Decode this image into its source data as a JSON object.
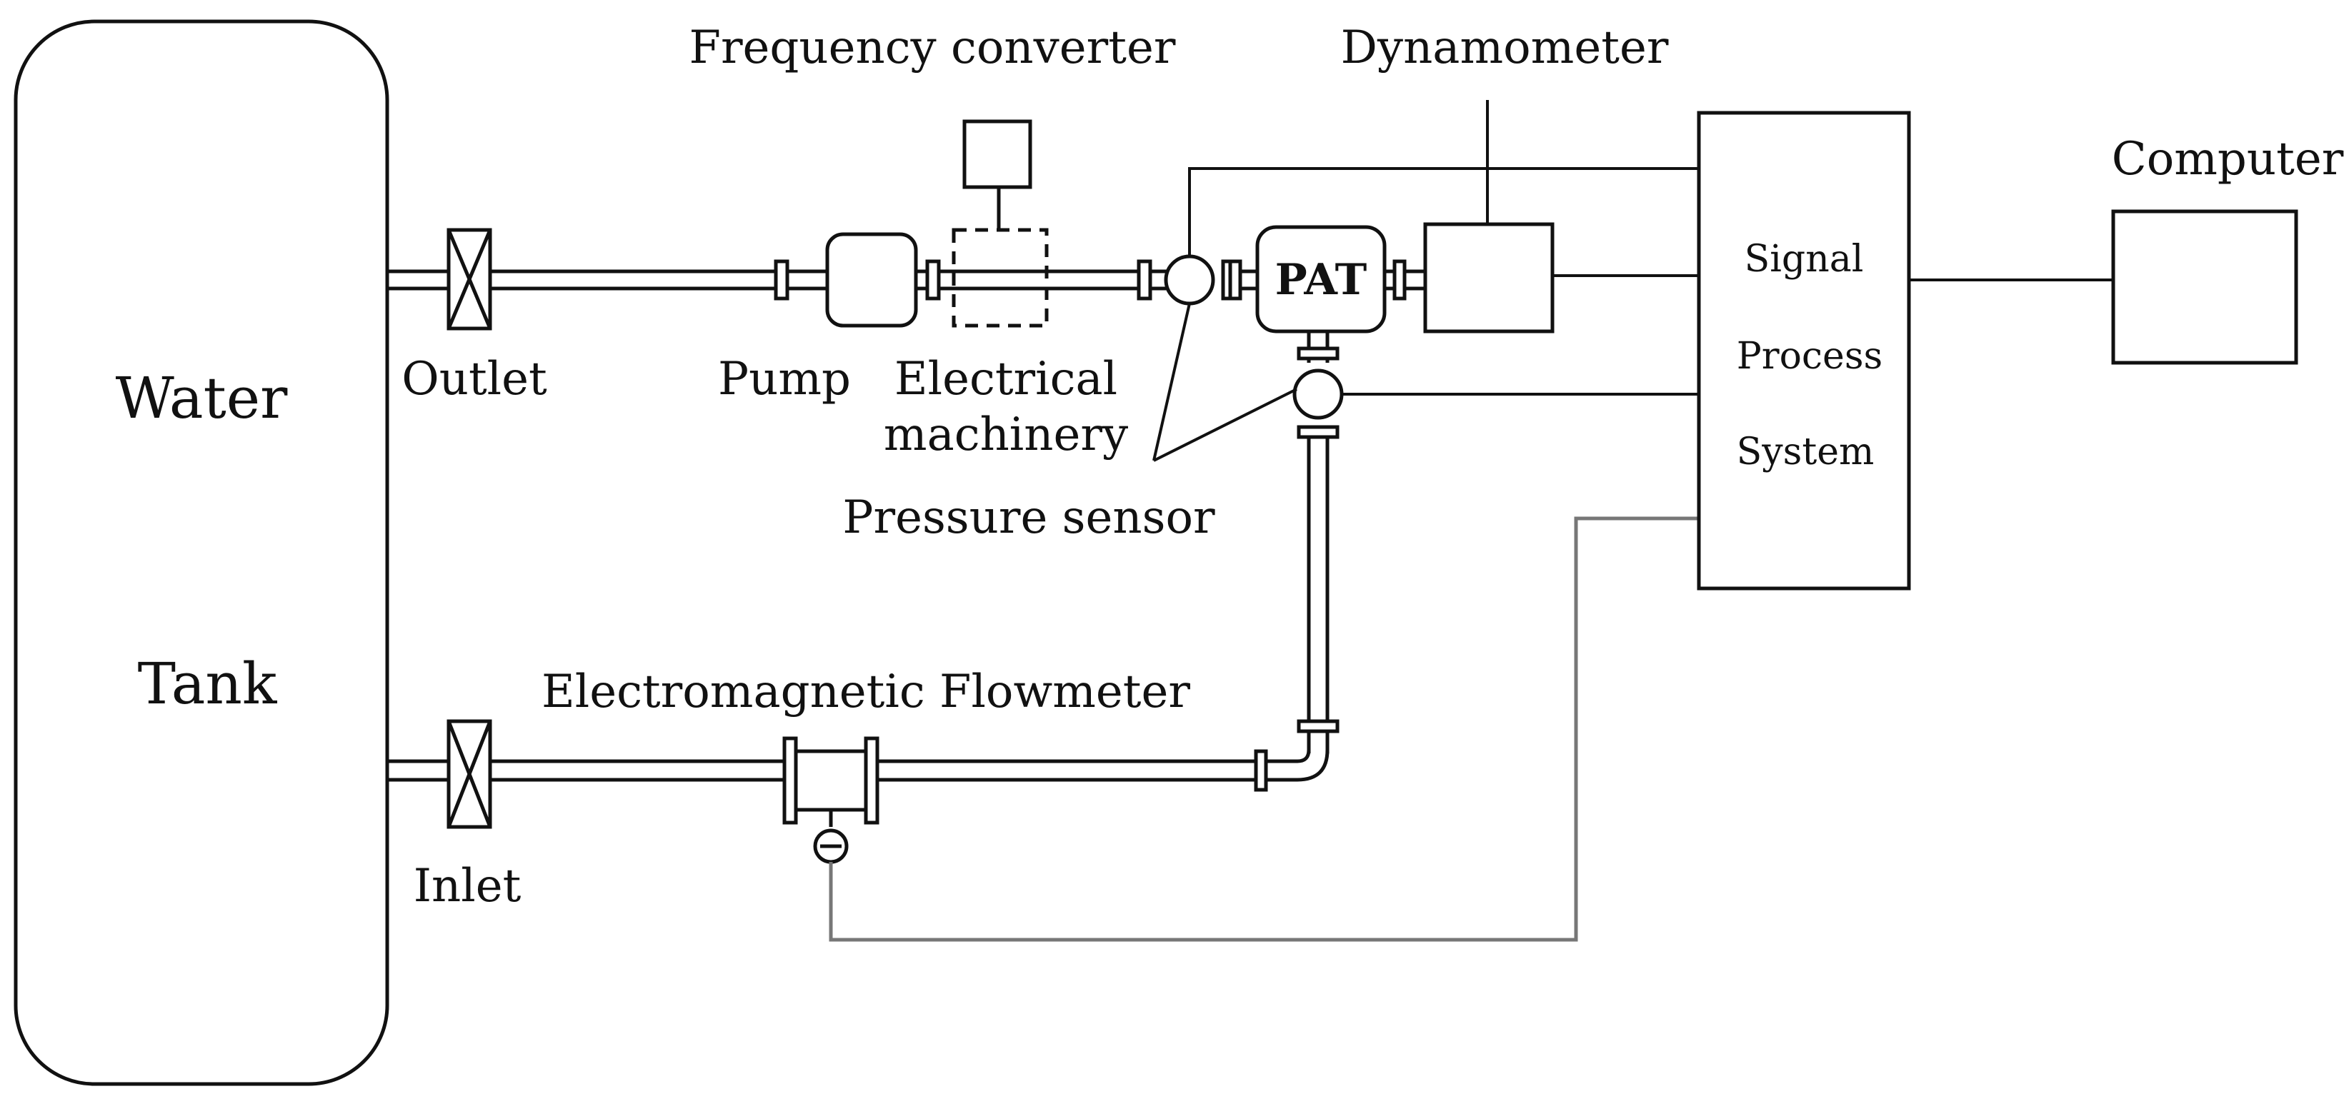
{
  "tank": {
    "line1": "Water",
    "line2": "Tank"
  },
  "labels": {
    "outlet": "Outlet",
    "inlet": "Inlet",
    "pump": "Pump",
    "electrical_line1": "Electrical",
    "electrical_line2": "machinery",
    "frequency_converter": "Frequency converter",
    "dynamometer": "Dynamometer",
    "pat": "PAT",
    "pressure_sensor": "Pressure sensor",
    "flowmeter": "Electromagnetic Flowmeter",
    "computer": "Computer"
  },
  "signal_process_system": {
    "line1": "Signal",
    "line2": "Process",
    "line3": "System"
  }
}
